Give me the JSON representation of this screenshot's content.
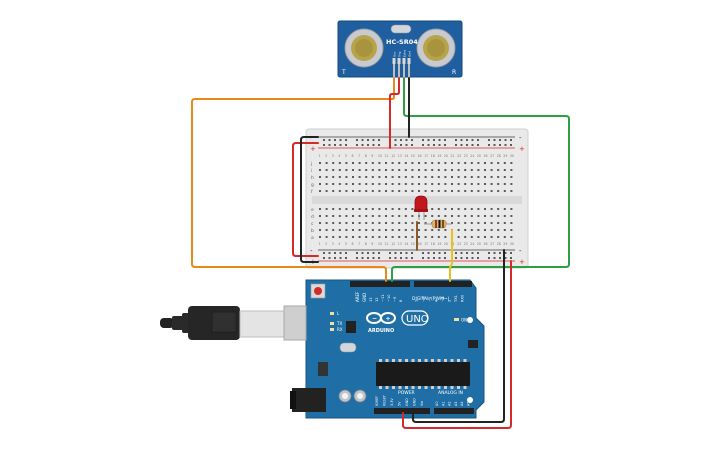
{
  "sensor": {
    "model": "HC-SR04",
    "corner_left": "T",
    "corner_right": "R",
    "pins": [
      "Vcc",
      "Trig",
      "Echo",
      "Gnd"
    ]
  },
  "breadboard": {
    "rail_minus": "-",
    "rail_plus": "+",
    "row_letters_top": [
      "j",
      "i",
      "h",
      "g",
      "f"
    ],
    "row_letters_bottom": [
      "e",
      "d",
      "c",
      "b",
      "a"
    ],
    "columns": 30
  },
  "arduino": {
    "brand": "ARDUINO",
    "model": "UNO",
    "on_label": "ON",
    "digital_label": "DIGITAL (PWM~)",
    "power_label": "POWER",
    "analog_label": "ANALOG IN",
    "aref_label": "AREF",
    "gnd_label": "GND",
    "tx_label": "TX",
    "rx_label": "RX",
    "l_label": "L",
    "digital_pins": [
      "13",
      "12",
      "~11",
      "~10",
      "~9",
      "8",
      "7",
      "~6",
      "~5",
      "4",
      "~3",
      "2",
      "TX1",
      "RX0"
    ],
    "power_pins": [
      "IOREF",
      "RESET",
      "3.3V",
      "5V",
      "GND",
      "GND",
      "Vin"
    ],
    "analog_pins": [
      "A0",
      "A1",
      "A2",
      "A3",
      "A4",
      "A5"
    ]
  },
  "colors": {
    "wire_orange": "#e8891a",
    "wire_green": "#2ea043",
    "wire_red": "#d62a2a",
    "wire_black": "#222222",
    "wire_yellow": "#e8c21a",
    "wire_brown": "#8a5a2b",
    "board_blue": "#1f6fa6",
    "sensor_blue": "#1f5fa0",
    "breadboard": "#e9e9e9",
    "led_red": "#c0181c"
  }
}
